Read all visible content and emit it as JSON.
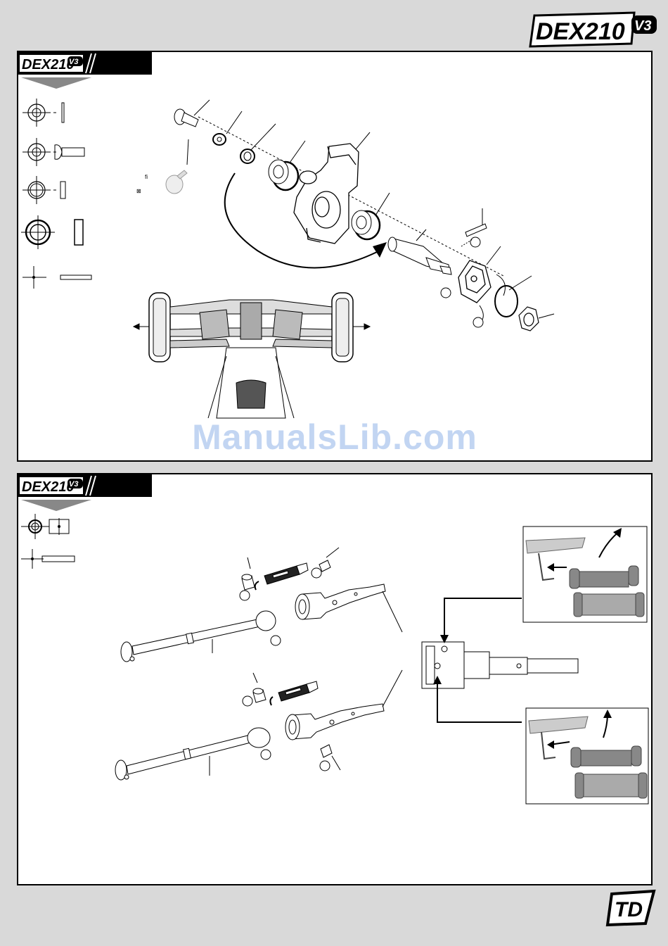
{
  "header": {
    "logo_text": "DEX210",
    "logo_version": "V3"
  },
  "sections": [
    {
      "tab_logo": "DEX210",
      "tab_version": "V3"
    },
    {
      "tab_logo": "DEX210",
      "tab_version": "V3"
    }
  ],
  "diagram_1": {
    "label_fi": "fi",
    "label_box": "⊠"
  },
  "watermark": "ManualsLib.com",
  "footer": {
    "logo_text": "TD"
  }
}
